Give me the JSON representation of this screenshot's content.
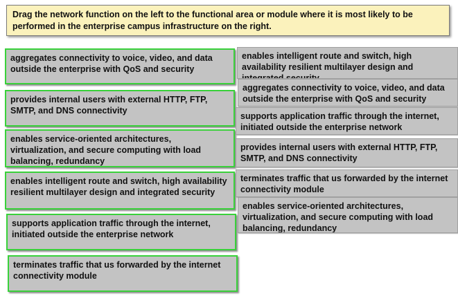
{
  "instruction": "Drag the network function on the left to the functional area or module where it is most likely to be performed in the enterprise campus infrastructure on the right.",
  "left_items": [
    "aggregates connectivity to voice, video, and data outside the enterprise with QoS and security",
    "provides internal users with external HTTP, FTP, SMTP, and DNS connectivity",
    "enables service-oriented architectures, virtualization, and secure computing with load balancing, redundancy",
    "enables intelligent route and switch, high availability resilient multilayer design and integrated security",
    "supports application traffic through the internet, initiated outside the enterprise network",
    "terminates traffic that us forwarded by the internet connectivity module"
  ],
  "right_items": [
    "enables intelligent route and switch, high availability resilient multilayer design and integrated security",
    "aggregates connectivity to voice, video, and data outside the enterprise with QoS and security",
    "supports application traffic through the internet, initiated outside the enterprise network",
    "provides internal users with external HTTP, FTP, SMTP, and DNS connectivity",
    "terminates traffic that us forwarded by the internet connectivity module",
    "enables service-oriented architectures, virtualization, and secure computing with load balancing, redundancy"
  ]
}
